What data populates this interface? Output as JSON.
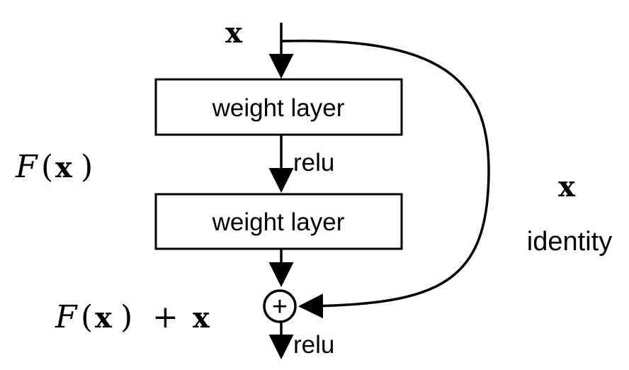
{
  "diagram": {
    "input_label": "x",
    "layer1_label": "weight layer",
    "layer2_label": "weight layer",
    "relu_mid_label": "relu",
    "relu_out_label": "relu",
    "residual_label": {
      "script_f": "F",
      "open_paren": "(",
      "var": "x",
      "close_paren": ")"
    },
    "output_label": {
      "script_f": "F",
      "open_paren": "(",
      "var": "x",
      "close_paren": ")",
      "plus": "+",
      "var2": "x"
    },
    "identity_var_label": "x",
    "identity_label": "identity",
    "sum_symbol": "+"
  },
  "colors": {
    "stroke": "#000000",
    "background": "#ffffff"
  }
}
